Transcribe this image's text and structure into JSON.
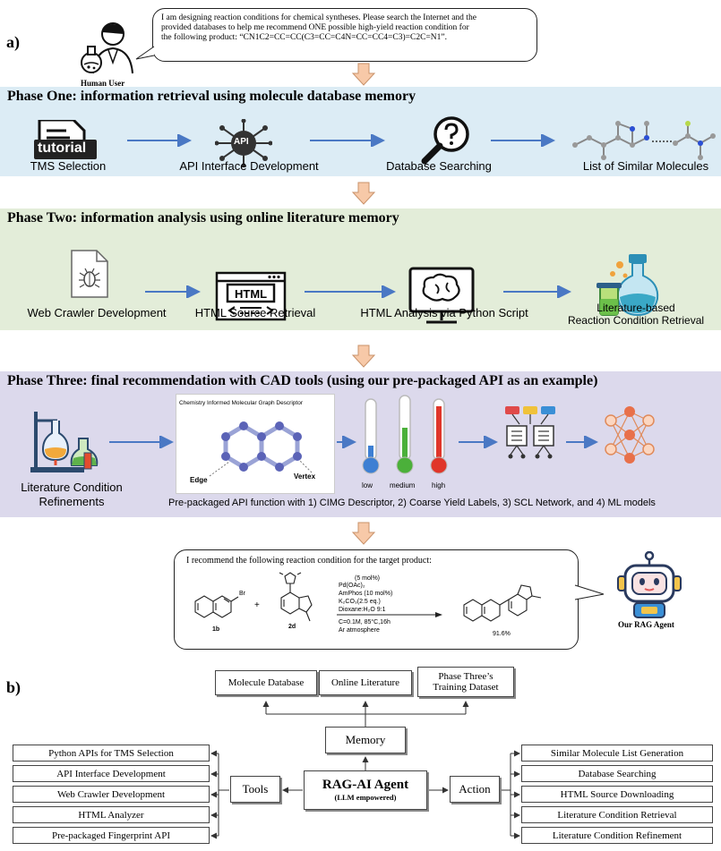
{
  "panel_a": {
    "label": "a)",
    "human_user": "Human User",
    "prompt_line1": "I am designing reaction conditions for chemical syntheses. Please search the Internet and the",
    "prompt_line2": "provided databases to help me recommend ONE possible high-yield reaction condition for",
    "prompt_line3": "the following product: “CN1C2=CC=CC(C3=CC=C4N=CC=CC4=C3)=C2C=N1”.",
    "phase_one": {
      "title": "Phase One: information retrieval using molecule database memory",
      "tutorial_label": "tutorial",
      "api_label": "API",
      "steps": [
        "TMS Selection",
        "API Interface Development",
        "Database Searching",
        "List of Similar Molecules"
      ]
    },
    "phase_two": {
      "title": "Phase Two: information analysis using online literature memory",
      "html_label": "HTML",
      "steps": [
        "Web Crawler Development",
        "HTML Source Retrieval",
        "HTML Analysis via Python Script"
      ],
      "step4_line1": "Literature-based",
      "step4_line2": "Reaction Condition Retrieval"
    },
    "phase_three": {
      "title": "Phase Three: final recommendation with CAD tools (using our pre-packaged API as an example)",
      "step1_line1": "Literature Condition",
      "step1_line2": "Refinements",
      "cimg_title": "Chemistry Informed Molecular Graph Descriptor",
      "edge_label": "Edge",
      "vertex_label": "Vertex",
      "thermo_labels": [
        "low",
        "medium",
        "high"
      ],
      "api_caption": "Pre-packaged API function with 1) CIMG Descriptor, 2) Coarse Yield Labels, 3) SCL Network, and 4) ML models"
    },
    "recommendation": {
      "intro": "I recommend the following reaction condition for the target product:",
      "reactant1_label": "1b",
      "reactant1_sub": "Br",
      "reactant2_label": "2d",
      "plus": "+",
      "cond_pre": "(5 mol%)",
      "conditions": [
        "Pd(OAc)₂",
        "AmPhos (10 mol%)",
        "K₂CO₃(2.5 eq.)",
        "Dioxane:H₂O 9:1"
      ],
      "conditions_below": [
        "C=0.1M, 85°C,16h",
        "Ar atmosphere"
      ],
      "yield": "91.6%",
      "agent_label": "Our RAG Agent"
    }
  },
  "panel_b": {
    "label": "b)",
    "memory_items": [
      "Molecule Database",
      "Online Literature",
      "Phase Three’s Training Dataset"
    ],
    "memory": "Memory",
    "agent_title": "RAG-AI Agent",
    "agent_sub": "(LLM empowered)",
    "tools": "Tools",
    "action": "Action",
    "tool_items": [
      "Python APIs for TMS Selection",
      "API Interface Development",
      "Web Crawler Development",
      "HTML Analyzer",
      "Pre-packaged Fingerprint API"
    ],
    "action_items": [
      "Similar Molecule List Generation",
      "Database Searching",
      "HTML Source Downloading",
      "Literature Condition Retrieval",
      "Literature Condition Refinement"
    ]
  },
  "colors": {
    "phase_one_bg": "#dcecf5",
    "phase_two_bg": "#e3edd9",
    "phase_three_bg": "#dcd9ec",
    "flow_arrow": "#4a78c4",
    "down_arrow_fill": "#f7c9a8",
    "down_arrow_stroke": "#c9926a"
  }
}
